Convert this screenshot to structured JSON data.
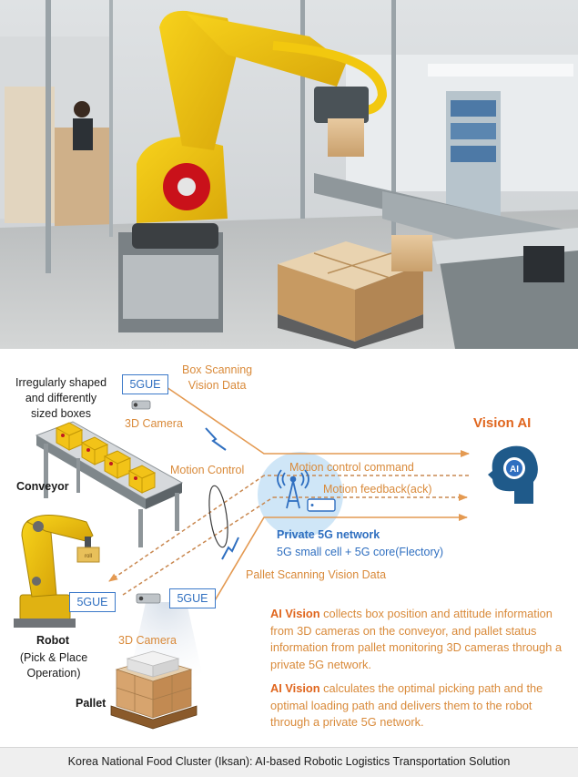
{
  "labels": {
    "boxes_desc": "Irregularly shaped\nand differently\nsized boxes",
    "gue_top": "5GUE",
    "camera_top": "3D Camera",
    "box_scanning": "Box Scanning\nVision Data",
    "vision_ai": "Vision AI",
    "conveyor": "Conveyor",
    "motion_control": "Motion Control",
    "motion_control_command": "Motion control command",
    "motion_feedback": "Motion feedback(ack)",
    "private_5g_title": "Private 5G network",
    "private_5g_sub": "5G small cell + 5G core(Flectory)",
    "pallet_scanning": "Pallet Scanning Vision Data",
    "gue_robot": "5GUE",
    "gue_pallet": "5GUE",
    "robot": "Robot",
    "robot_op": "(Pick & Place\nOperation)",
    "camera_bottom": "3D Camera",
    "pallet": "Pallet",
    "box_sticker": "roll",
    "ai_badge": "AI"
  },
  "descriptions": [
    {
      "lead": "AI Vision",
      "text": " collects box position and attitude information from 3D cameras on the conveyor, and pallet status information from pallet monitoring 3D cameras through a private 5G network."
    },
    {
      "lead": "AI Vision",
      "text": " calculates the optimal picking path and the optimal loading path and delivers them to the robot through a private 5G network."
    }
  ],
  "caption": "Korea National Food Cluster (Iksan): AI-based Robotic Logistics Transportation Solution",
  "colors": {
    "accent_orange": "#d98a3a",
    "heading_orange": "#e0661e",
    "network_blue": "#2f6fc0",
    "network_circle": "#cfe6f7",
    "robot_yellow": "#f2c80f"
  }
}
